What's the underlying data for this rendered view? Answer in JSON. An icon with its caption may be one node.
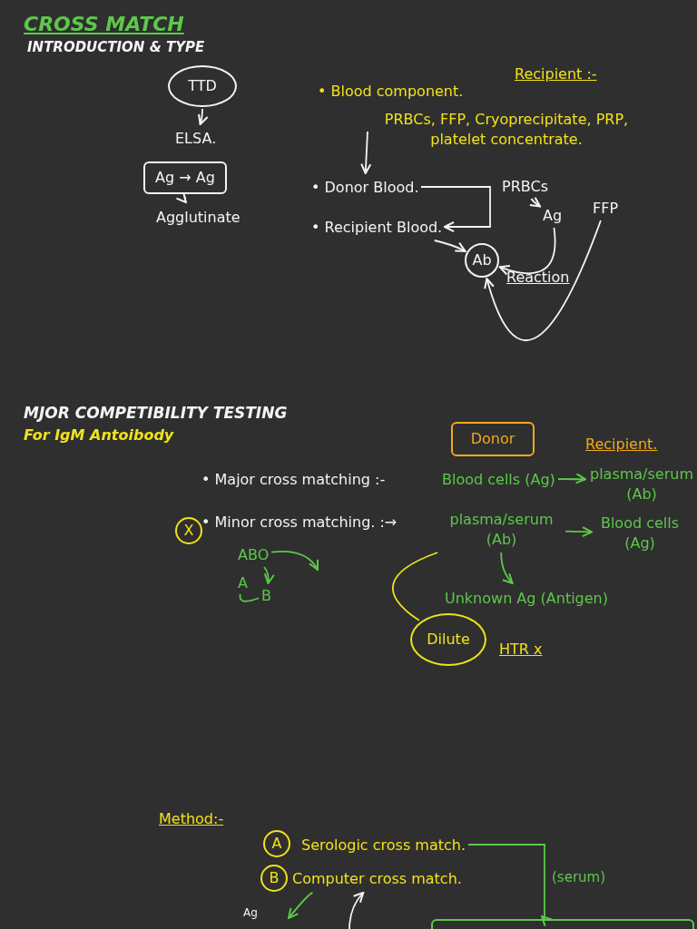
{
  "diagram": {
    "title": "CROSS MATCH",
    "nodes": [
      {
        "text": [
          "TTD"
        ]
      },
      {
        "text": [
          "ELSA."
        ]
      },
      {
        "text": [
          "Ag → Ag"
        ]
      },
      {
        "text": [
          "Agglutinate"
        ]
      },
      {
        "text": [
          "• Blood component."
        ]
      },
      {
        "text": [
          "PRBCs, FFP, Cryoprecipitate, PRP, platelet concentrate."
        ]
      },
      {
        "text": [
          "• Donor Blood."
        ]
      },
      {
        "text": [
          "• Recipient Blood."
        ]
      },
      {
        "text": [
          "PRBCs"
        ]
      },
      {
        "text": [
          "Ag"
        ]
      },
      {
        "text": [
          "FFP"
        ]
      },
      {
        "text": [
          "Ab"
        ],
        "beside": [
          "Reaction"
        ]
      },
      {
        "text": [
          "Donor"
        ]
      },
      {
        "text": [
          "• Major cross matching :-"
        ]
      },
      {
        "text": [
          "Blood cells (Ag)"
        ]
      },
      {
        "text": [
          "plasma/serum (Ab)"
        ]
      },
      {
        "text": [
          "• Minor cross matching. :→"
        ]
      },
      {
        "text": [
          "plasma/serum (Ab)"
        ]
      },
      {
        "text": [
          "Blood cells (Ag)"
        ]
      },
      {
        "text": [
          "Unknown Ag (Antigen)"
        ]
      },
      {
        "text": [
          "Dilute"
        ]
      },
      {
        "text": [
          "ABO"
        ]
      },
      {
        "text": [
          "A"
        ]
      },
      {
        "text": [
          "B"
        ]
      },
      {
        "text": [
          "Serologic cross match."
        ]
      },
      {
        "text": [
          "Computer cross match."
        ]
      },
      {
        "text": [],
        "shape": "box"
      }
    ],
    "edges": [
      {
        "from": 0,
        "to": 1,
        "arrow": "to"
      },
      {
        "from": 2,
        "to": 3,
        "arrow": "to"
      },
      {
        "from": 5,
        "to": 6,
        "arrow": "to"
      },
      {
        "from": 6,
        "to": 7,
        "arrow": "to"
      },
      {
        "from": 8,
        "to": 9,
        "arrow": "to"
      },
      {
        "from": 9,
        "to": 11,
        "arrow": "to"
      },
      {
        "from": 10,
        "to": 11,
        "arrow": "to"
      },
      {
        "from": 7,
        "to": 11,
        "arrow": "to"
      },
      {
        "from": 14,
        "to": 15,
        "arrow": "to",
        "color": "#5cc84a"
      },
      {
        "from": 17,
        "to": 18,
        "arrow": "to",
        "color": "#5cc84a"
      },
      {
        "from": 17,
        "to": 19,
        "arrow": "to",
        "color": "#5cc84a"
      },
      {
        "from": 17,
        "to": 20,
        "arrow": "none",
        "color": "#f2e21a"
      },
      {
        "from": 21,
        "to": 23,
        "arrow": "to",
        "color": "#5cc84a"
      },
      {
        "from": 22,
        "to": 23,
        "arrow": "none",
        "color": "#5cc84a"
      },
      {
        "from": 21,
        "to": null,
        "arrow": "to",
        "color": "#5cc84a"
      },
      {
        "from": 24,
        "to": 26,
        "arrow": "to",
        "label": "(serum)",
        "color": "#5cc84a"
      },
      {
        "from": 25,
        "to": null,
        "arrow": "to",
        "color": "#5cc84a"
      },
      {
        "from": null,
        "to": 25,
        "arrow": "to"
      }
    ],
    "labels": [
      "INTRODUCTION & TYPE",
      "Recipient :-",
      "MJOR COMPETIBILITY TESTING",
      "For IgM Antoibody",
      "Recipient.",
      "X",
      "HTR x",
      "Method:-",
      "A",
      "B",
      "Ag"
    ]
  }
}
